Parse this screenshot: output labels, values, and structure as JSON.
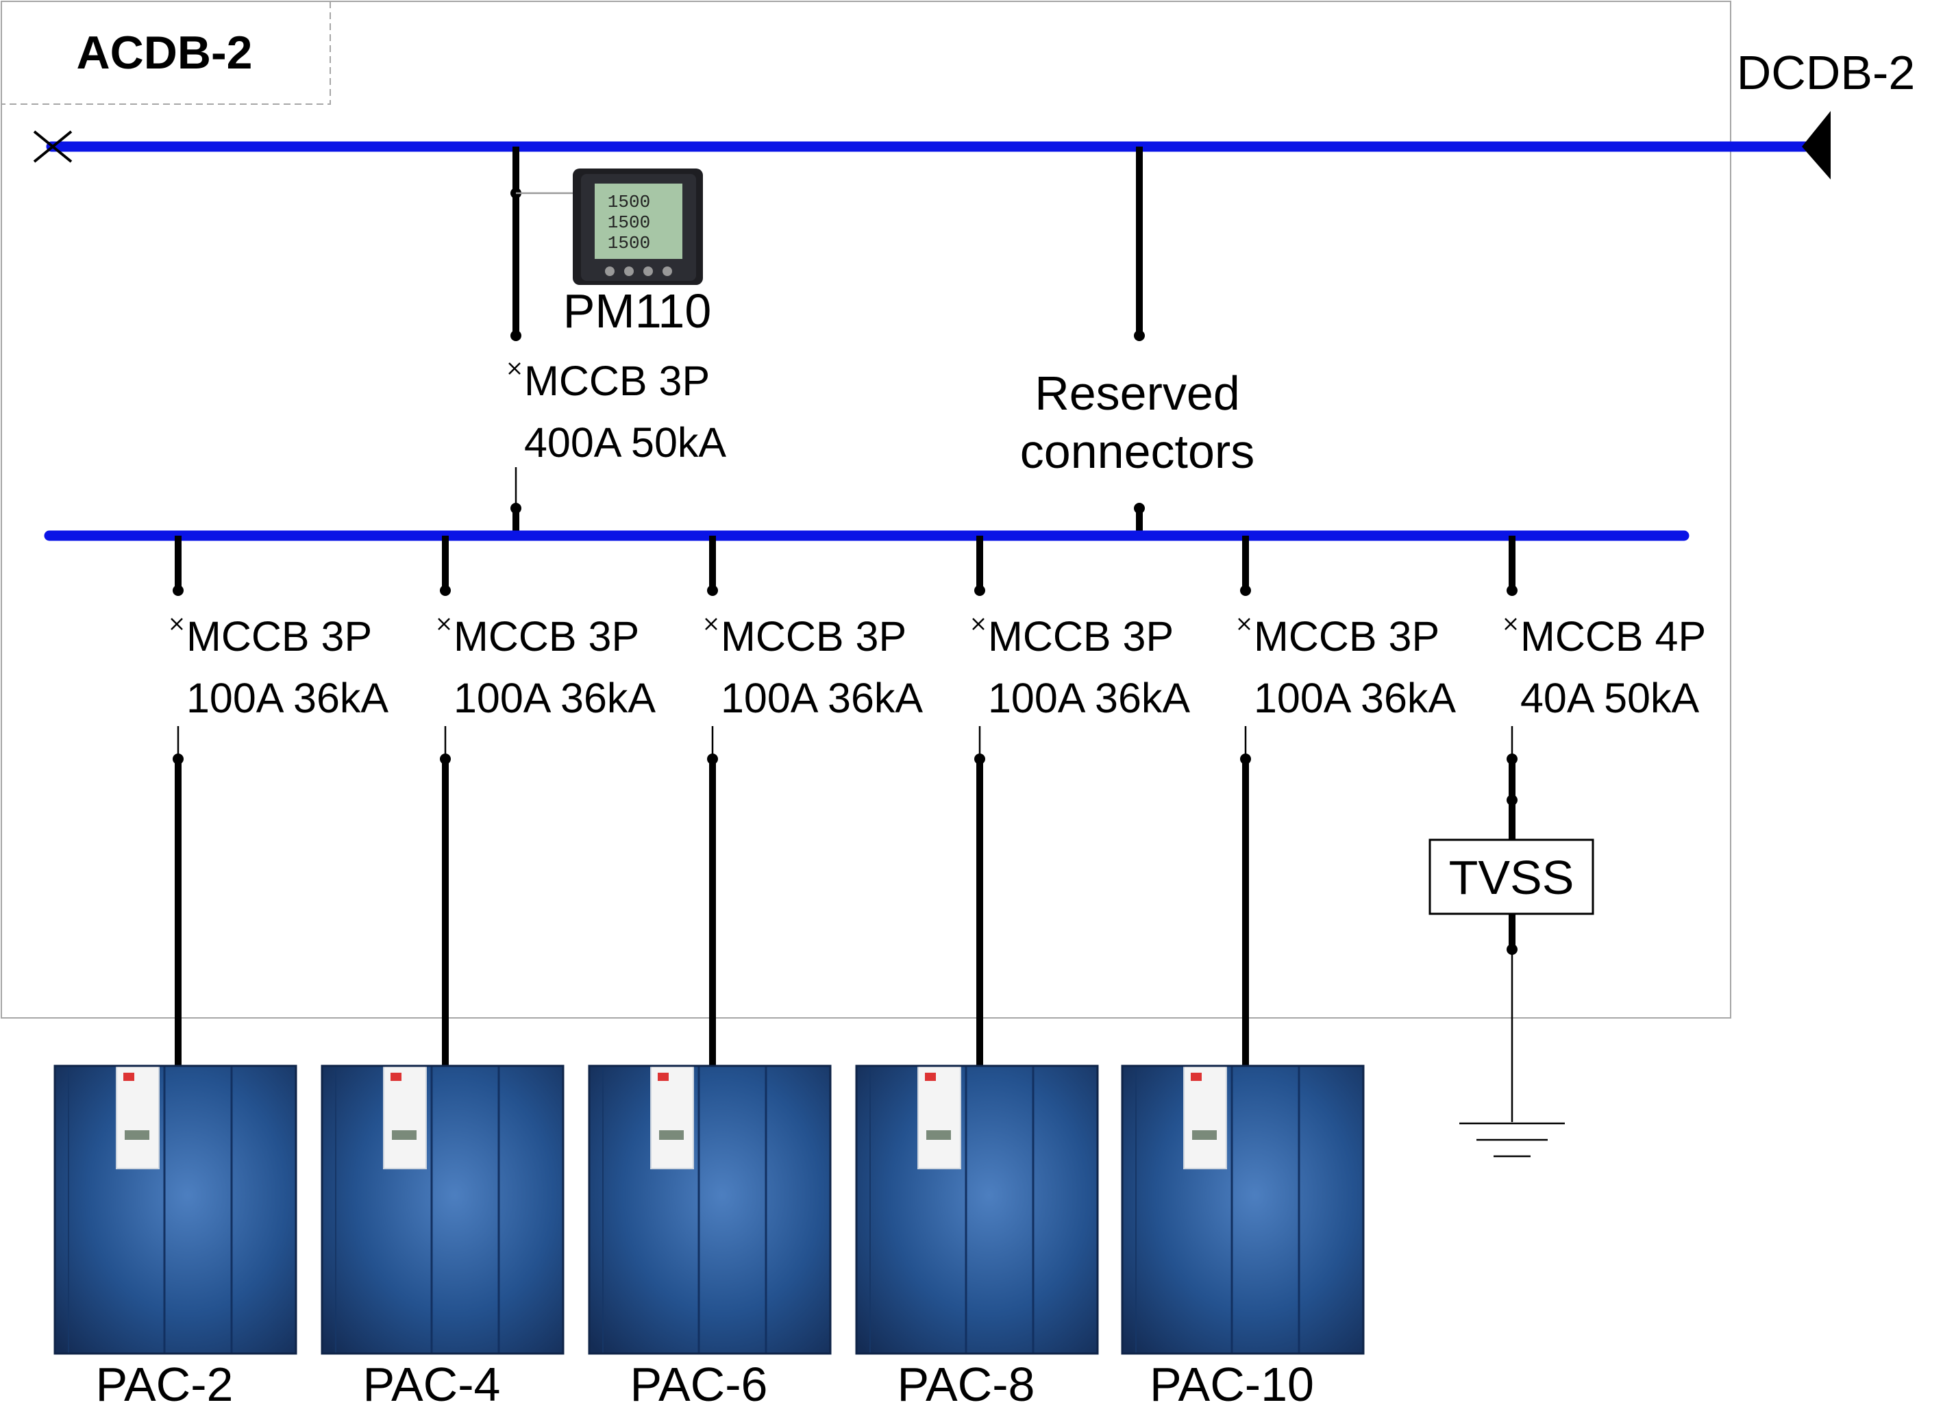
{
  "colors": {
    "busbar": "#0a14e6",
    "cabinet": "#1f4a86",
    "meter_display": "#a7c6a6"
  },
  "title": "ACDB-2",
  "source": "DCDB-2",
  "meter": {
    "label": "PM110",
    "readings": [
      "1500",
      "1500",
      "1500"
    ]
  },
  "main_breaker": {
    "line1": "MCCB 3P",
    "line2": "400A 50kA"
  },
  "reserved": {
    "line1": "Reserved",
    "line2": "connectors"
  },
  "feeders": [
    {
      "line1": "MCCB 3P",
      "line2": "100A 36kA",
      "load": "PAC-2"
    },
    {
      "line1": "MCCB 3P",
      "line2": "100A 36kA",
      "load": "PAC-4"
    },
    {
      "line1": "MCCB 3P",
      "line2": "100A 36kA",
      "load": "PAC-6"
    },
    {
      "line1": "MCCB 3P",
      "line2": "100A 36kA",
      "load": "PAC-8"
    },
    {
      "line1": "MCCB 3P",
      "line2": "100A 36kA",
      "load": "PAC-10"
    }
  ],
  "tvss_feeder": {
    "line1": "MCCB 4P",
    "line2": "40A 50kA",
    "device": "TVSS"
  }
}
